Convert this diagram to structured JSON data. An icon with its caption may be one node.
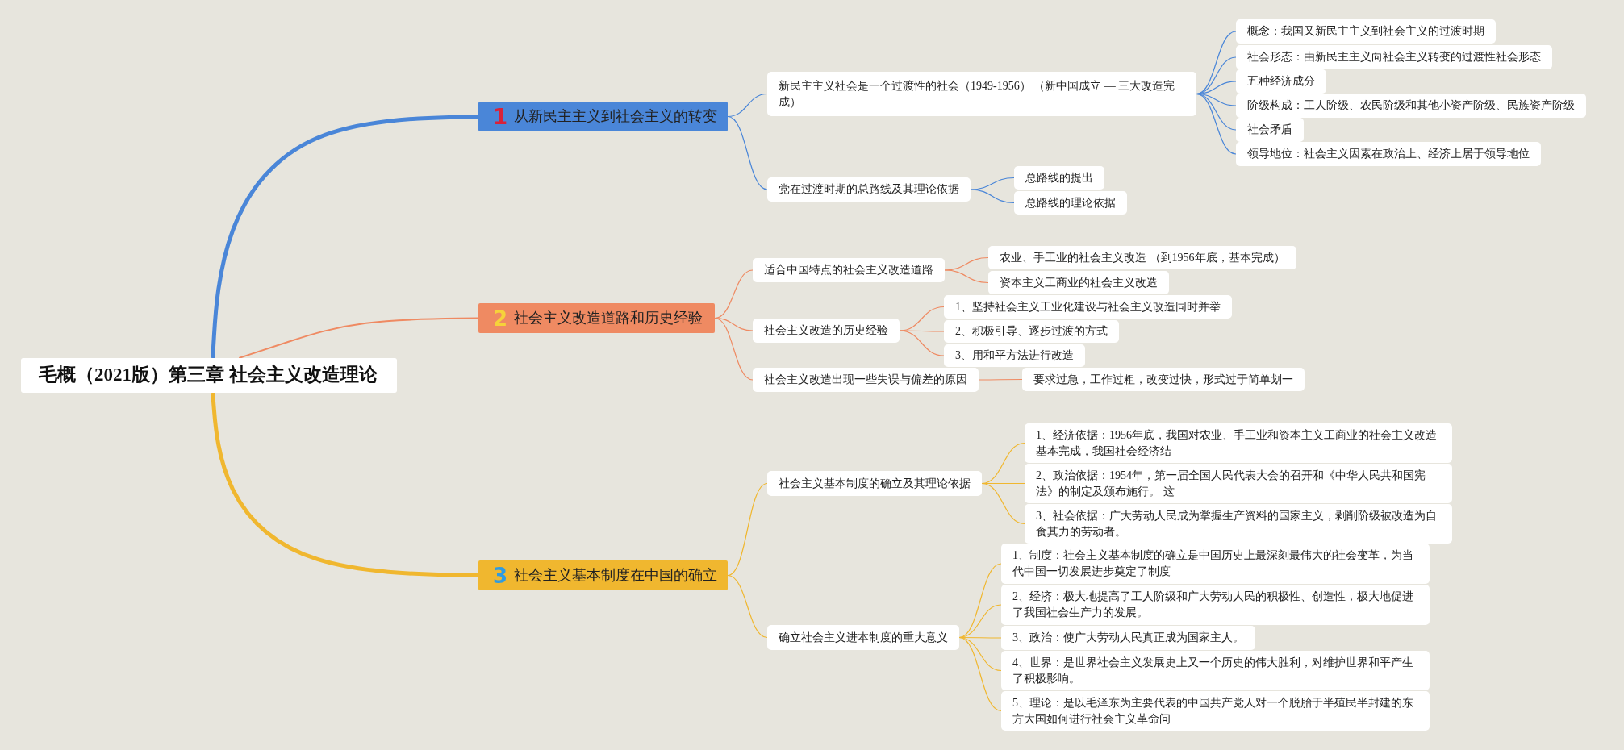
{
  "diagram": {
    "nodes": [
      {
        "text": [
          "毛概（2021版）第三章 社会主义改造理论"
        ]
      },
      {
        "text": [
          "1",
          "从新民主主义到社会主义的转变"
        ]
      },
      {
        "text": [
          "新民主主义社会是一个过渡性的社会（1949-1956） （新中国成立 — 三大改造完成）"
        ]
      },
      {
        "text": [
          "概念：我国又新民主主义到社会主义的过渡时期"
        ]
      },
      {
        "text": [
          "社会形态：由新民主主义向社会主义转变的过渡性社会形态"
        ]
      },
      {
        "text": [
          "五种经济成分"
        ]
      },
      {
        "text": [
          "阶级构成：工人阶级、农民阶级和其他小资产阶级、民族资产阶级"
        ]
      },
      {
        "text": [
          "社会矛盾"
        ]
      },
      {
        "text": [
          "领导地位：社会主义因素在政治上、经济上居于领导地位"
        ]
      },
      {
        "text": [
          "党在过渡时期的总路线及其理论依据"
        ]
      },
      {
        "text": [
          "总路线的提出"
        ]
      },
      {
        "text": [
          "总路线的理论依据"
        ]
      },
      {
        "text": [
          "2",
          "社会主义改造道路和历史经验"
        ]
      },
      {
        "text": [
          "适合中国特点的社会主义改造道路"
        ]
      },
      {
        "text": [
          "农业、手工业的社会主义改造 （到1956年底，基本完成）"
        ]
      },
      {
        "text": [
          "资本主义工商业的社会主义改造"
        ]
      },
      {
        "text": [
          "社会主义改造的历史经验"
        ]
      },
      {
        "text": [
          "1、坚持社会主义工业化建设与社会主义改造同时并举"
        ]
      },
      {
        "text": [
          "2、积极引导、逐步过渡的方式"
        ]
      },
      {
        "text": [
          "3、用和平方法进行改造"
        ]
      },
      {
        "text": [
          "社会主义改造出现一些失误与偏差的原因"
        ]
      },
      {
        "text": [
          "要求过急，工作过粗，改变过快，形式过于简单划一"
        ]
      },
      {
        "text": [
          "3",
          "社会主义基本制度在中国的确立"
        ]
      },
      {
        "text": [
          "社会主义基本制度的确立及其理论依据"
        ]
      },
      {
        "text": [
          "1、经济依据：1956年底，我国对农业、手工业和资本主义工商业的社会主义改造基本完成，我国社会经济结"
        ]
      },
      {
        "text": [
          "2、政治依据：1954年，第一届全国人民代表大会的召开和《中华人民共和国宪法》的制定及颁布施行。 这"
        ]
      },
      {
        "text": [
          "3、社会依据：广大劳动人民成为掌握生产资料的国家主义，剥削阶级被改造为自食其力的劳动者。"
        ]
      },
      {
        "text": [
          "确立社会主义进本制度的重大意义"
        ]
      },
      {
        "text": [
          "1、制度：社会主义基本制度的确立是中国历史上最深刻最伟大的社会变革，为当代中国一切发展进步奠定了制度"
        ]
      },
      {
        "text": [
          "2、经济：极大地提高了工人阶级和广大劳动人民的积极性、创造性，极大地促进了我国社会生产力的发展。"
        ]
      },
      {
        "text": [
          "3、政治：使广大劳动人民真正成为国家主人。"
        ]
      },
      {
        "text": [
          "4、世界：是世界社会主义发展史上又一个历史的伟大胜利，对维护世界和平产生了积极影响。"
        ]
      },
      {
        "text": [
          "5、理论：是以毛泽东为主要代表的中国共产党人对一个脱胎于半殖民半封建的东方大国如何进行社会主义革命问"
        ]
      }
    ],
    "edges": [
      {
        "from": 0,
        "to": 1,
        "arrow": "none",
        "style": "thick",
        "color": "#4a86d8"
      },
      {
        "from": 1,
        "to": 2,
        "arrow": "none",
        "color": "#4a86d8"
      },
      {
        "from": 2,
        "to": 3,
        "arrow": "none",
        "color": "#4a86d8"
      },
      {
        "from": 2,
        "to": 4,
        "arrow": "none",
        "color": "#4a86d8"
      },
      {
        "from": 2,
        "to": 5,
        "arrow": "none",
        "color": "#4a86d8"
      },
      {
        "from": 2,
        "to": 6,
        "arrow": "none",
        "color": "#4a86d8"
      },
      {
        "from": 2,
        "to": 7,
        "arrow": "none",
        "color": "#4a86d8"
      },
      {
        "from": 2,
        "to": 8,
        "arrow": "none",
        "color": "#4a86d8"
      },
      {
        "from": 1,
        "to": 9,
        "arrow": "none",
        "color": "#4a86d8"
      },
      {
        "from": 9,
        "to": 10,
        "arrow": "none",
        "color": "#4a86d8"
      },
      {
        "from": 9,
        "to": 11,
        "arrow": "none",
        "color": "#4a86d8"
      },
      {
        "from": 0,
        "to": 12,
        "arrow": "none",
        "color": "#ef8a62"
      },
      {
        "from": 12,
        "to": 13,
        "arrow": "none",
        "color": "#ef8a62"
      },
      {
        "from": 13,
        "to": 14,
        "arrow": "none",
        "color": "#ef8a62"
      },
      {
        "from": 13,
        "to": 15,
        "arrow": "none",
        "color": "#ef8a62"
      },
      {
        "from": 12,
        "to": 16,
        "arrow": "none",
        "color": "#ef8a62"
      },
      {
        "from": 16,
        "to": 17,
        "arrow": "none",
        "color": "#ef8a62"
      },
      {
        "from": 16,
        "to": 18,
        "arrow": "none",
        "color": "#ef8a62"
      },
      {
        "from": 16,
        "to": 19,
        "arrow": "none",
        "color": "#ef8a62"
      },
      {
        "from": 12,
        "to": 20,
        "arrow": "none",
        "color": "#ef8a62"
      },
      {
        "from": 20,
        "to": 21,
        "arrow": "none",
        "color": "#ef8a62"
      },
      {
        "from": 0,
        "to": 22,
        "arrow": "none",
        "style": "thick",
        "color": "#f0b72f"
      },
      {
        "from": 22,
        "to": 23,
        "arrow": "none",
        "color": "#f0b72f"
      },
      {
        "from": 23,
        "to": 24,
        "arrow": "none",
        "color": "#f0b72f"
      },
      {
        "from": 23,
        "to": 25,
        "arrow": "none",
        "color": "#f0b72f"
      },
      {
        "from": 23,
        "to": 26,
        "arrow": "none",
        "color": "#f0b72f"
      },
      {
        "from": 22,
        "to": 27,
        "arrow": "none",
        "color": "#f0b72f"
      },
      {
        "from": 27,
        "to": 28,
        "arrow": "none",
        "color": "#f0b72f"
      },
      {
        "from": 27,
        "to": 29,
        "arrow": "none",
        "color": "#f0b72f"
      },
      {
        "from": 27,
        "to": 30,
        "arrow": "none",
        "color": "#f0b72f"
      },
      {
        "from": 27,
        "to": 31,
        "arrow": "none",
        "color": "#f0b72f"
      },
      {
        "from": 27,
        "to": 32,
        "arrow": "none",
        "color": "#f0b72f"
      }
    ]
  }
}
